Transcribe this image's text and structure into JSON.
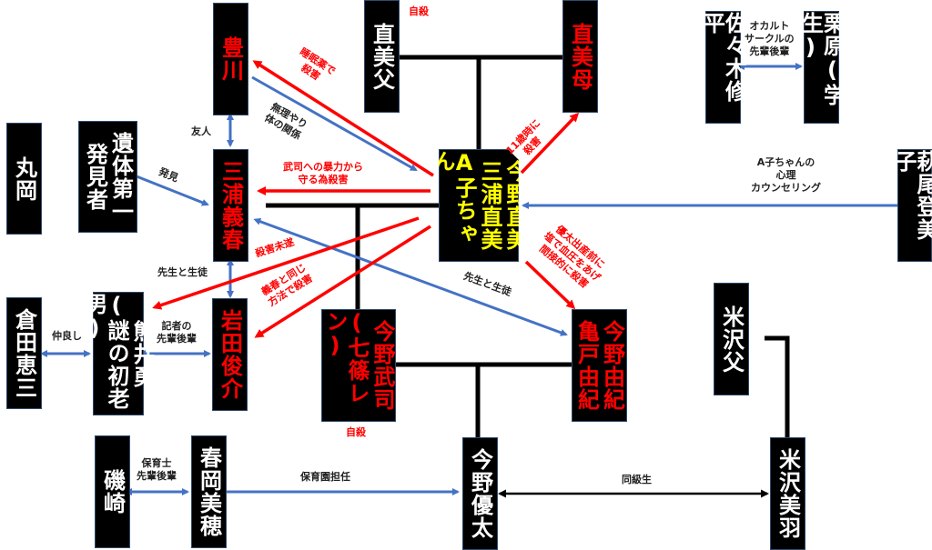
{
  "title": "相関図",
  "colors": {
    "box": "#000000",
    "family_line": "#000000",
    "relation_blue": "#4472c4",
    "murder_red": "#ff0000",
    "victim_text": "#ff0000",
    "protagonist_text": "#ffff00",
    "normal_text": "#ffffff"
  },
  "nodes": {
    "toyokawa": [
      "豊川"
    ],
    "naomi_father": [
      "直美父"
    ],
    "naomi_mother": [
      "直美母"
    ],
    "sasaki": [
      "佐々木修平"
    ],
    "kurihara": [
      "栗原(学生)"
    ],
    "maruoka": [
      "丸岡"
    ],
    "finder": [
      "遺体第一",
      "発見者"
    ],
    "miura_yoshiharu": [
      "三浦義春"
    ],
    "protagonist": [
      "今野直美",
      "三浦直美",
      "A子ちゃん"
    ],
    "hagio": [
      "萩尾登美子"
    ],
    "kurata": [
      "倉田恵三"
    ],
    "kumai": [
      "熊井勇",
      "(謎の初老男)"
    ],
    "iwata": [
      "岩田俊介"
    ],
    "konno_takeshi": [
      "今野武司",
      "(七篠レン)"
    ],
    "konno_yuki": [
      "今野由紀",
      "亀戸由紀"
    ],
    "yonezawa_father": [
      "米沢父"
    ],
    "isozaki": [
      "磯崎"
    ],
    "haruoka": [
      "春岡美穂"
    ],
    "konno_yuta": [
      "今野優太"
    ],
    "yonezawa_miu": [
      "米沢美羽"
    ]
  },
  "labels": {
    "suicide_father": "自殺",
    "sleeping_pills": [
      "睡眠薬で",
      "殺害"
    ],
    "forced": [
      "無理やり",
      "体の関係"
    ],
    "friends": "友人",
    "occult": [
      "オカルト",
      "サークルの",
      "先輩後輩"
    ],
    "age11": [
      "11歳時に",
      "殺害"
    ],
    "protect": [
      "武司への暴力から",
      "守る為殺害"
    ],
    "found": "発見",
    "counseling": [
      "A子ちゃんの",
      "心理",
      "カウンセリング"
    ],
    "attempted": "殺害未遂",
    "teacher_student_left": "先生と生徒",
    "same_method": [
      "義春と同じ",
      "方法で殺害"
    ],
    "teacher_student_right": "先生と生徒",
    "indirect": [
      "優太出産前に",
      "塩で血圧をあげ",
      "間接的に殺害"
    ],
    "close_friends": "仲良し",
    "reporter": [
      "記者の",
      "先輩後輩"
    ],
    "suicide_takeshi": "自殺",
    "nursery_senior": [
      "保育士",
      "先輩後輩"
    ],
    "nursery_teacher": "保育園担任",
    "classmates": "同級生"
  }
}
